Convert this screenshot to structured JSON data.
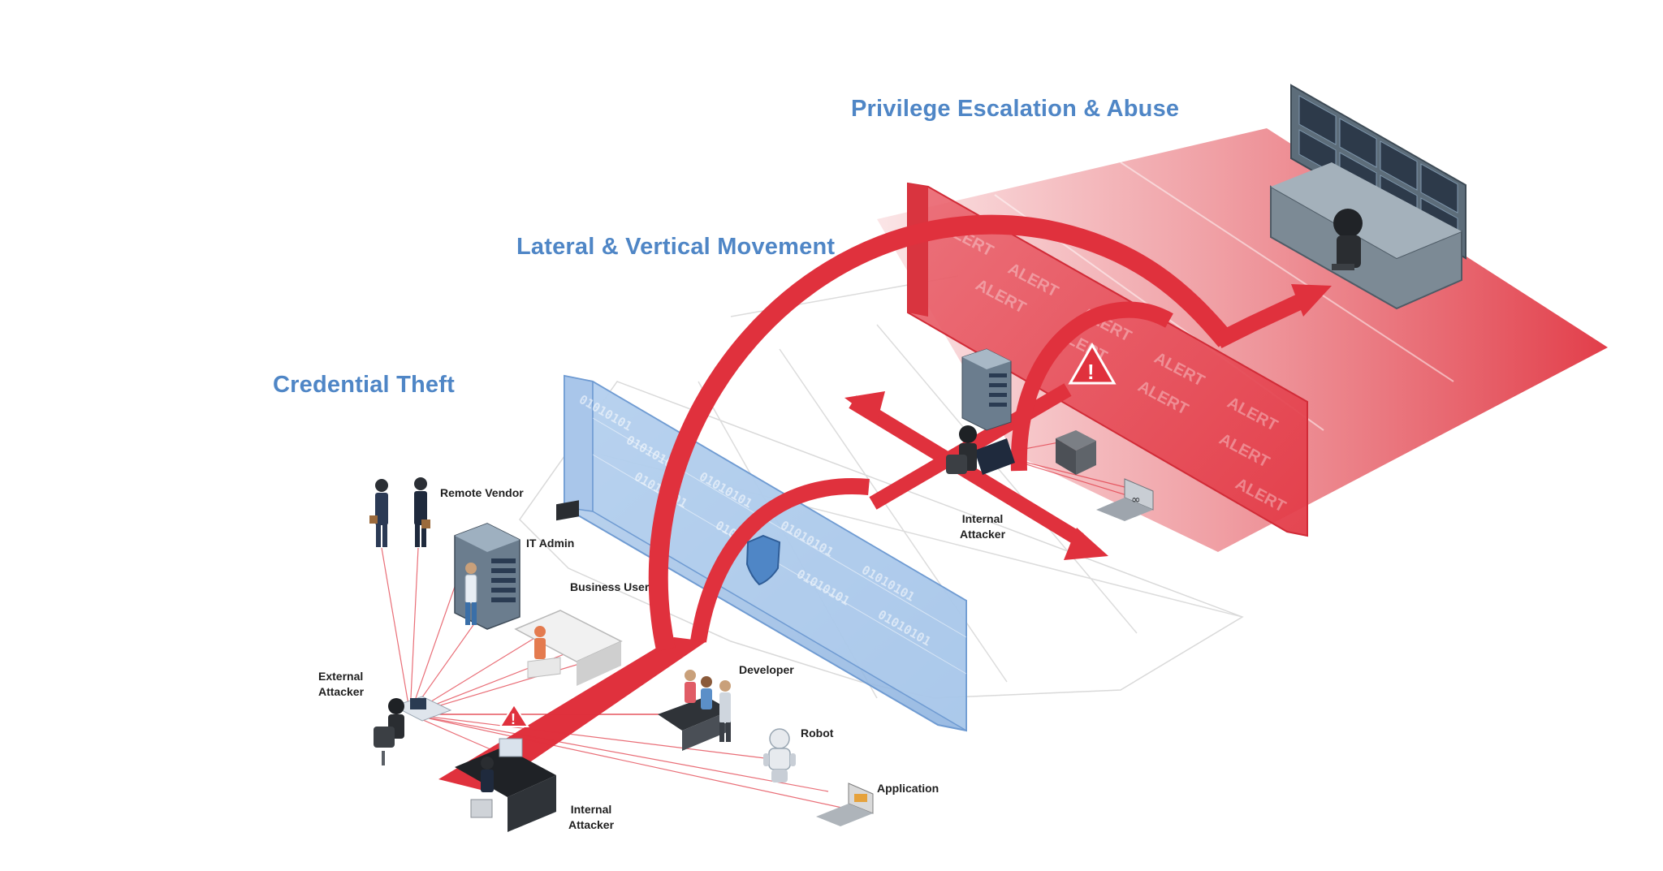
{
  "stages": {
    "credential_theft": "Credential Theft",
    "lateral_movement": "Lateral & Vertical Movement",
    "privilege_escalation": "Privilege Escalation & Abuse"
  },
  "actors": {
    "remote_vendor": "Remote Vendor",
    "it_admin": "IT Admin",
    "business_user": "Business User",
    "external_attacker": [
      "External",
      "Attacker"
    ],
    "developer": "Developer",
    "robot": "Robot",
    "application": "Application",
    "internal_attacker_front": [
      "Internal",
      "Attacker"
    ],
    "internal_attacker_center": [
      "Internal",
      "Attacker"
    ]
  },
  "wall_text": {
    "binary": "01010101",
    "alert": "ALERT"
  },
  "icons": [
    "shield-icon",
    "warning-icon",
    "server-rack-icon",
    "laptop-icon",
    "video-wall-icon"
  ],
  "colors": {
    "title_blue": "#4f86c6",
    "attack_red": "#e0313d",
    "floor_red": "#e4555e",
    "glass_blue": "#9fc0e6",
    "label_dark": "#1f1f1f"
  }
}
